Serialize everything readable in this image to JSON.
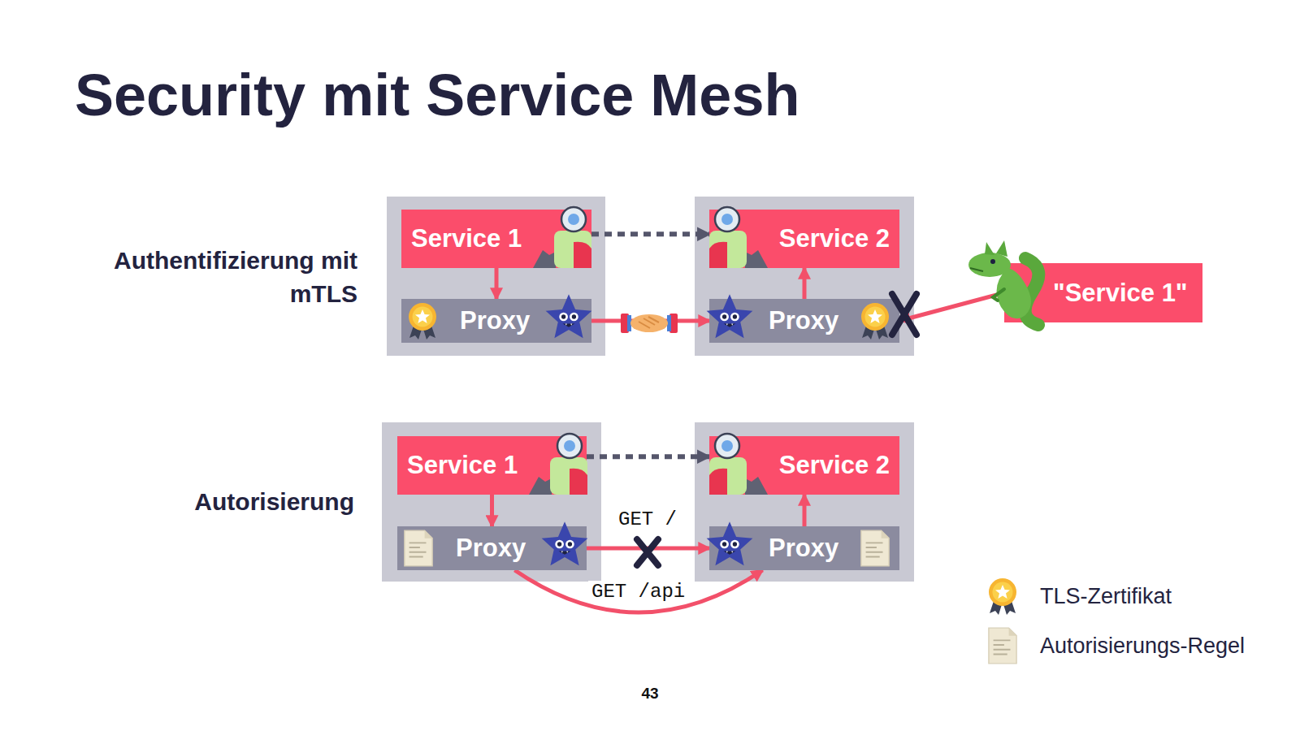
{
  "diagram": {
    "title": "Security mit Service Mesh",
    "nodes": [
      {
        "text": [
          "Service 1"
        ]
      },
      {
        "text": [
          "Proxy"
        ]
      },
      {
        "text": [
          "Service 2"
        ]
      },
      {
        "text": [
          "Proxy"
        ]
      },
      {
        "text": [
          "\"Service 1\""
        ]
      },
      {
        "text": [
          "Service 1"
        ]
      },
      {
        "text": [
          "Proxy"
        ]
      },
      {
        "text": [
          "Service 2"
        ]
      },
      {
        "text": [
          "Proxy"
        ]
      }
    ],
    "edges": [
      {
        "from": 0,
        "to": 2,
        "arrow": "to"
      },
      {
        "from": 0,
        "to": 1,
        "arrow": "to"
      },
      {
        "from": 1,
        "to": 3,
        "arrow": "to"
      },
      {
        "from": 3,
        "to": 2,
        "arrow": "to"
      },
      {
        "from": 4,
        "to": 3,
        "arrow": "to"
      },
      {
        "from": 5,
        "to": 7,
        "arrow": "to"
      },
      {
        "from": 5,
        "to": 6,
        "arrow": "to"
      },
      {
        "from": 6,
        "to": 8,
        "label": "GET /",
        "arrow": "to"
      },
      {
        "from": 6,
        "to": 8,
        "label": "GET /api",
        "arrow": "to"
      },
      {
        "from": 8,
        "to": 7,
        "arrow": "to"
      }
    ],
    "labels": [
      "Authentifizierung mit mTLS",
      "Autorisierung",
      "43"
    ],
    "legend": [
      {
        "text": "TLS-Zertifikat"
      },
      {
        "text": "Autorisierungs-Regel"
      }
    ]
  }
}
